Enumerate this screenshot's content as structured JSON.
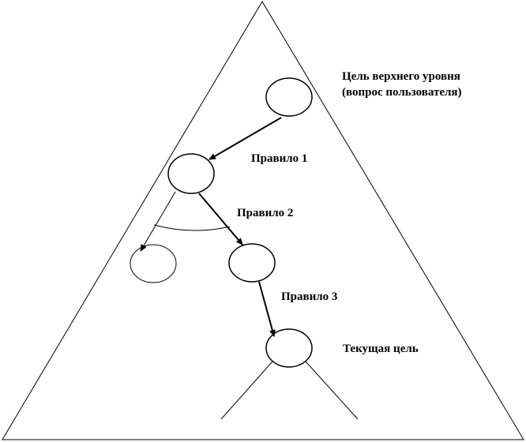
{
  "labels": {
    "top_goal_line1": "Цель верхнего уровня",
    "top_goal_line2": "(вопрос пользователя)",
    "rule_1": "Правило 1",
    "rule_2": "Правило 2",
    "rule_3": "Правило 3",
    "current_goal": "Текущая цель"
  },
  "colors": {
    "stroke": "#000000",
    "background": "#ffffff"
  }
}
